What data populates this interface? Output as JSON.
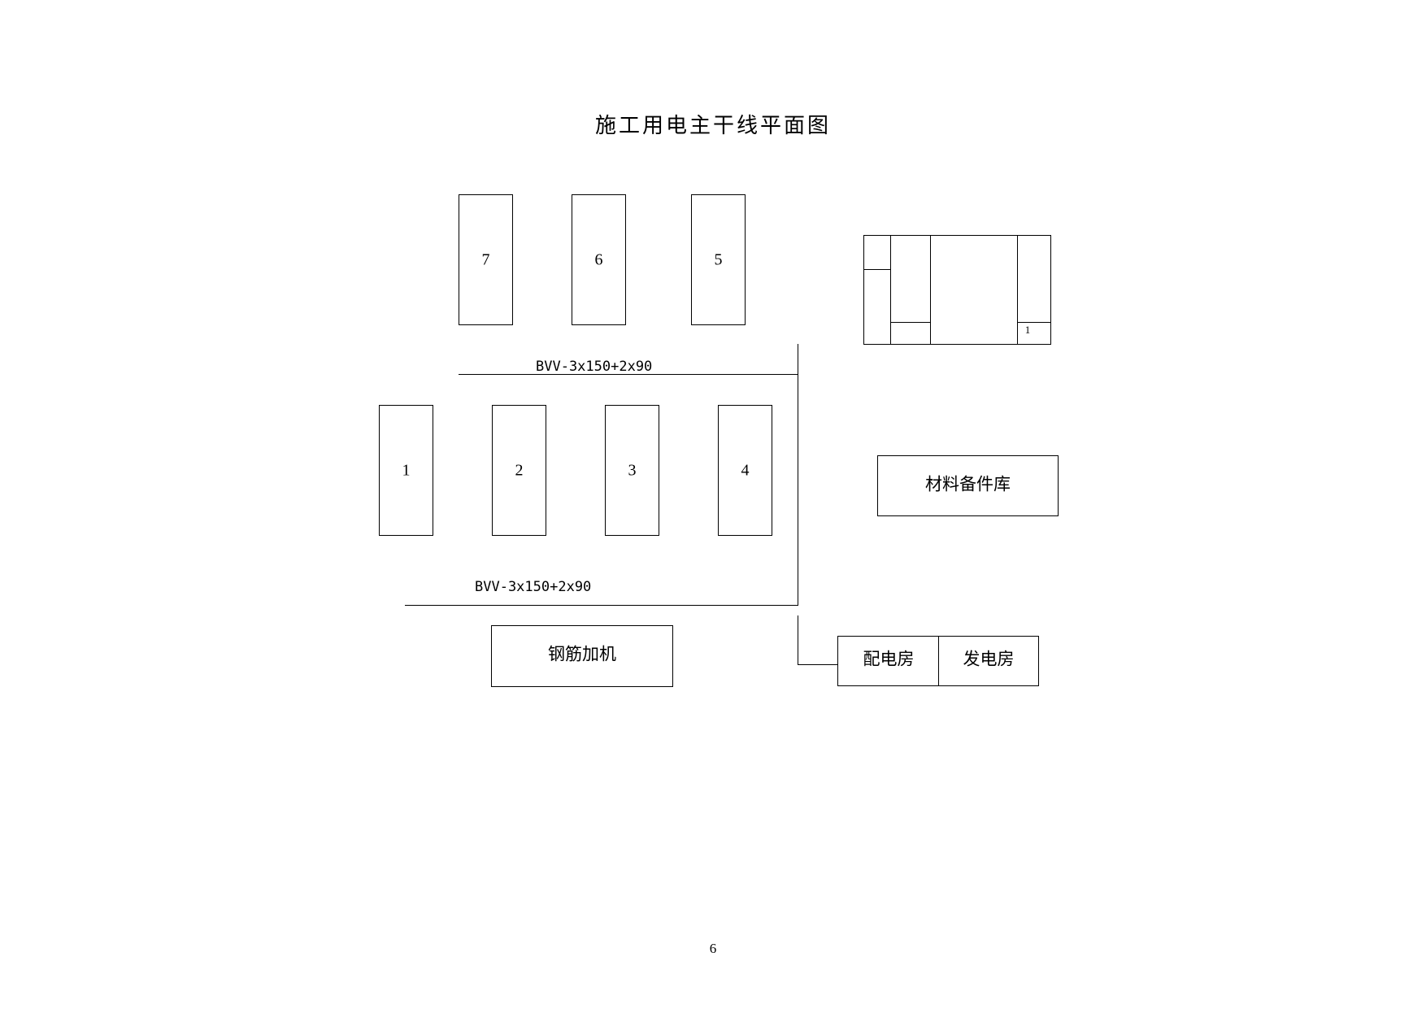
{
  "title": "施工用电主干线平面图",
  "buildings": {
    "b7": "7",
    "b6": "6",
    "b5": "5",
    "b1": "1",
    "b2": "2",
    "b3": "3",
    "b4": "4"
  },
  "cable_labels": {
    "upper": "BVV-3x150+2x90",
    "lower": "BVV-3x150+2x90"
  },
  "rooms": {
    "materials_store": "材料备件库",
    "rebar_processing": "钢筋加机",
    "distribution_room": "配电房",
    "generator_room": "发电房"
  },
  "site_block": {
    "small_label": "1"
  },
  "page_number": "6"
}
